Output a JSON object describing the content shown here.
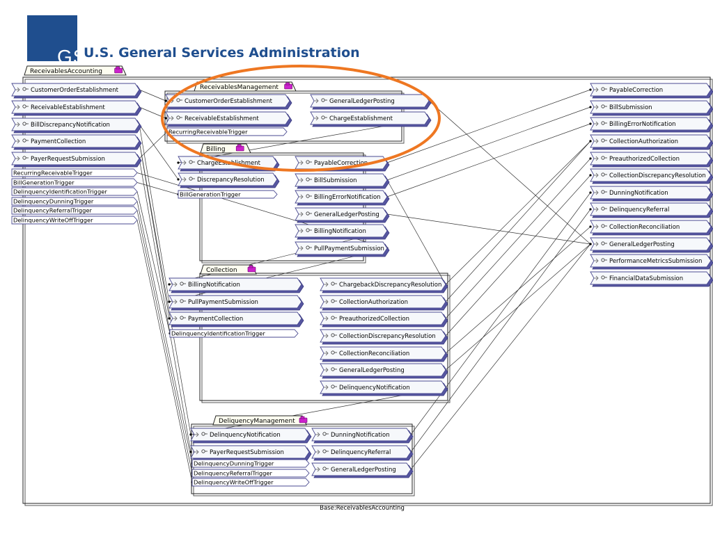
{
  "header": {
    "logo": "GSA",
    "agency": "U.S. General Services Administration",
    "brand_color": "#1f4e8e"
  },
  "footer": "Base:ReceivablesAccounting",
  "highlight_color": "#ee7722",
  "package_icon_color": "#cc22cc",
  "packages": {
    "outer": "ReceivablesAccounting",
    "receivables_management": "ReceivablesManagement",
    "billing": "Billing",
    "collection": "Collection",
    "delinquency_management": "DeliquencyManagement"
  },
  "outer_left_ports": [
    "CustomerOrderEstablishment",
    "ReceivableEstablishment",
    "BillDiscrepancyNotification",
    "PaymentCollection",
    "PayerRequestSubmission"
  ],
  "outer_left_triggers": [
    "RecurringReceivableTrigger",
    "BillGenerationTrigger",
    "DelinquencyIdentificationTrigger",
    "DelinquencyDunningTrigger",
    "DelinquencyReferralTrigger",
    "DelinquencyWriteOffTrigger"
  ],
  "outer_right_ports": [
    "PayableCorrection",
    "BillSubmission",
    "BillingErrorNotification",
    "CollectionAuthorization",
    "PreauthorizedCollection",
    "CollectionDiscrepancyResolution",
    "DunningNotification",
    "DelinquencyReferral",
    "CollectionReconciliation",
    "GeneralLedgerPosting",
    "PerformanceMetricsSubmission",
    "FinancialDataSubmission"
  ],
  "rm_in": [
    "CustomerOrderEstablishment",
    "ReceivableEstablishment"
  ],
  "rm_triggers": [
    "RecurringReceivableTrigger"
  ],
  "rm_out": [
    "GeneralLedgerPosting",
    "ChargeEstablishment"
  ],
  "bill_in": [
    "ChargeEstablishment",
    "DiscrepancyResolution"
  ],
  "bill_triggers": [
    "BillGenerationTrigger"
  ],
  "bill_out": [
    "PayableCorrection",
    "BillSubmission",
    "BillingErrorNotification",
    "GeneralLedgerPosting",
    "BillingNotification",
    "PullPaymentSubmission"
  ],
  "coll_in": [
    "BillingNotification",
    "PullPaymentSubmission",
    "PaymentCollection"
  ],
  "coll_triggers": [
    "DelinquencyIdentificationTrigger"
  ],
  "coll_out": [
    "ChargebackDiscrepancyResolution",
    "CollectionAuthorization",
    "PreauthorizedCollection",
    "CollectionDiscrepancyResolution",
    "CollectionReconciliation",
    "GeneralLedgerPosting",
    "DelinquencyNotification"
  ],
  "dm_in": [
    "DelinquencyNotification",
    "PayerRequestSubmission"
  ],
  "dm_triggers": [
    "DelinquencyDunningTrigger",
    "DelinquencyReferralTrigger",
    "DelinquencyWriteOffTrigger"
  ],
  "dm_out": [
    "DunningNotification",
    "DelinquencyReferral",
    "GeneralLedgerPosting"
  ]
}
